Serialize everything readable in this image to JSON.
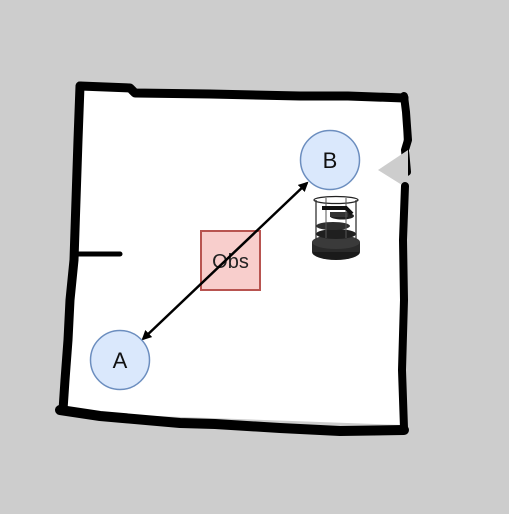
{
  "map": {
    "background_color": "#cdcdcd",
    "free_space_color": "#ffffff",
    "wall_color": "#000000"
  },
  "nodes": {
    "a": {
      "label": "A",
      "fill": "#dae8fc",
      "stroke": "#6c8ebf"
    },
    "b": {
      "label": "B",
      "fill": "#dae8fc",
      "stroke": "#6c8ebf"
    }
  },
  "obstacle": {
    "label": "Obs",
    "fill": "#f8cecc",
    "stroke": "#b85450"
  },
  "path": {
    "style": "double-arrow",
    "color": "#000000"
  },
  "robot": {
    "icon": "turtlebot-robot-icon",
    "color": "#222222"
  }
}
